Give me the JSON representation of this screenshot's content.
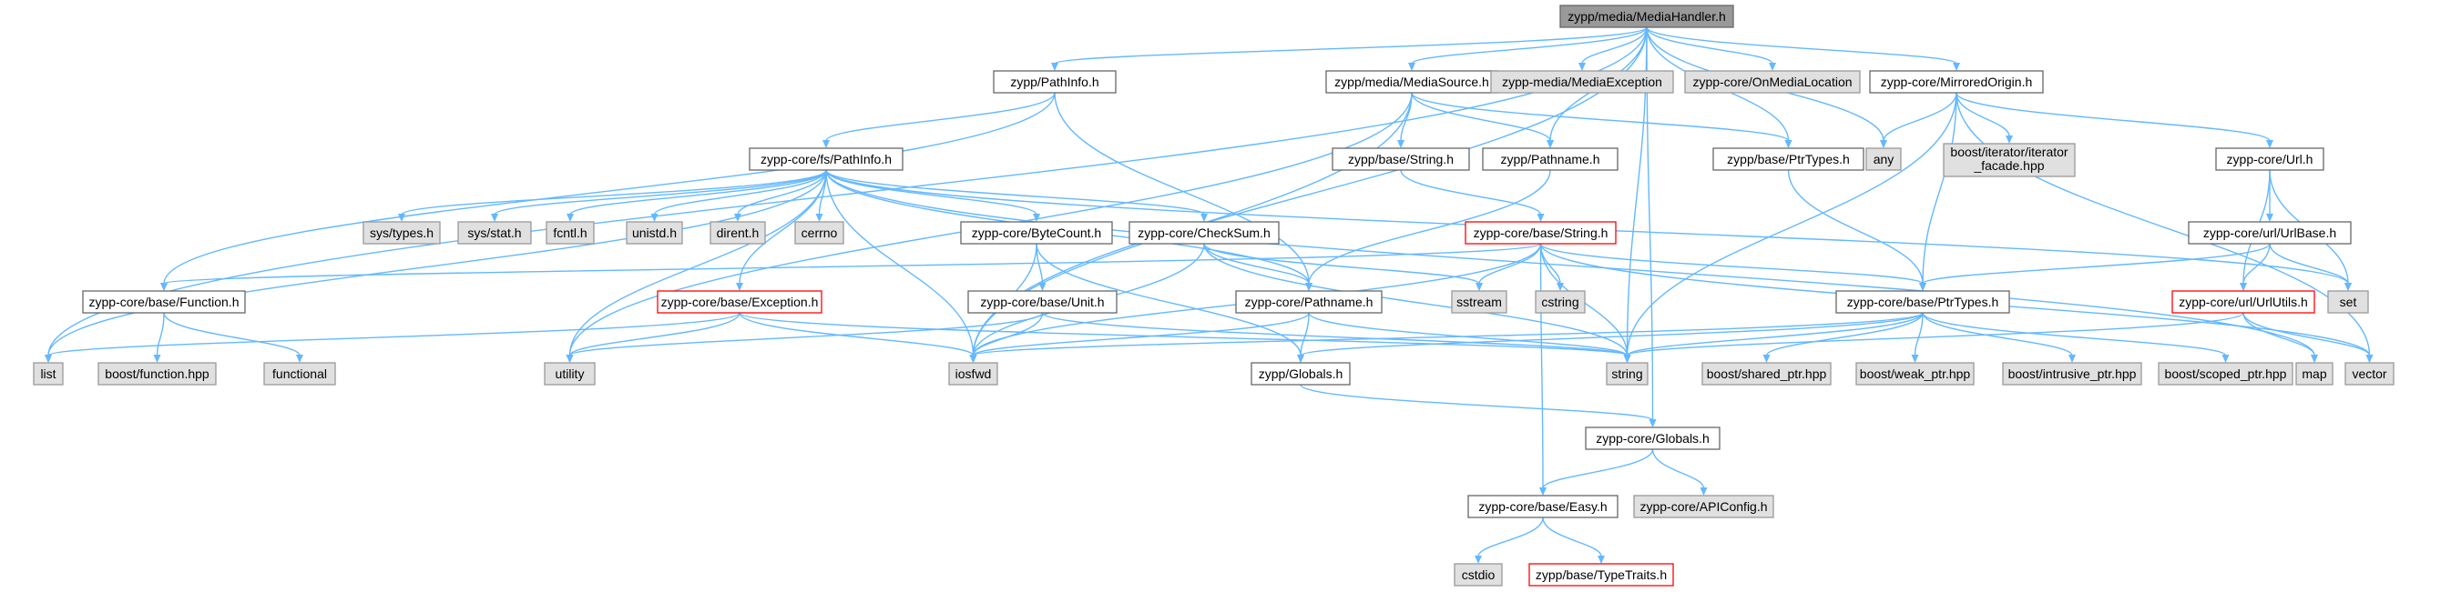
{
  "colors": {
    "edge": "#63b8ff",
    "root_fill": "#999999",
    "root_border": "#666666",
    "doc_fill": "#ffffff",
    "doc_border": "#666666",
    "ext_fill": "#e0e0e0",
    "ext_border": "#999999",
    "warn_border": "#ff0000"
  },
  "nodes": [
    {
      "id": "root",
      "label": "zypp/media/MediaHandler.h",
      "kind": "root"
    },
    {
      "id": "pathinfo_z",
      "label": "zypp/PathInfo.h",
      "kind": "doc"
    },
    {
      "id": "mediasource",
      "label": "zypp/media/MediaSource.h",
      "kind": "doc"
    },
    {
      "id": "mediaexception",
      "label": "zypp-media/MediaException",
      "kind": "ext"
    },
    {
      "id": "onmedialocation",
      "label": "zypp-core/OnMediaLocation",
      "kind": "ext"
    },
    {
      "id": "mirroredorigin",
      "label": "zypp-core/MirroredOrigin.h",
      "kind": "doc"
    },
    {
      "id": "fs_pathinfo",
      "label": "zypp-core/fs/PathInfo.h",
      "kind": "doc"
    },
    {
      "id": "zb_string",
      "label": "zypp/base/String.h",
      "kind": "doc"
    },
    {
      "id": "z_pathname",
      "label": "zypp/Pathname.h",
      "kind": "doc"
    },
    {
      "id": "zb_ptrtypes",
      "label": "zypp/base/PtrTypes.h",
      "kind": "doc"
    },
    {
      "id": "any",
      "label": "any",
      "kind": "ext"
    },
    {
      "id": "boost_iter",
      "label": "boost/iterator/iterator_facade.hpp",
      "kind": "ext"
    },
    {
      "id": "url_h",
      "label": "zypp-core/Url.h",
      "kind": "doc"
    },
    {
      "id": "systypes",
      "label": "sys/types.h",
      "kind": "ext"
    },
    {
      "id": "sysstat",
      "label": "sys/stat.h",
      "kind": "ext"
    },
    {
      "id": "fcntl",
      "label": "fcntl.h",
      "kind": "ext"
    },
    {
      "id": "unistd",
      "label": "unistd.h",
      "kind": "ext"
    },
    {
      "id": "dirent",
      "label": "dirent.h",
      "kind": "ext"
    },
    {
      "id": "cerrno",
      "label": "cerrno",
      "kind": "ext"
    },
    {
      "id": "bytecount",
      "label": "zypp-core/ByteCount.h",
      "kind": "doc"
    },
    {
      "id": "checksum",
      "label": "zypp-core/CheckSum.h",
      "kind": "doc"
    },
    {
      "id": "zcb_string",
      "label": "zypp-core/base/String.h",
      "kind": "warn"
    },
    {
      "id": "urlbase",
      "label": "zypp-core/url/UrlBase.h",
      "kind": "doc"
    },
    {
      "id": "function_h",
      "label": "zypp-core/base/Function.h",
      "kind": "doc"
    },
    {
      "id": "exception_h",
      "label": "zypp-core/base/Exception.h",
      "kind": "warn"
    },
    {
      "id": "unit_h",
      "label": "zypp-core/base/Unit.h",
      "kind": "doc"
    },
    {
      "id": "zc_pathname",
      "label": "zypp-core/Pathname.h",
      "kind": "doc"
    },
    {
      "id": "sstream",
      "label": "sstream",
      "kind": "ext"
    },
    {
      "id": "cstring",
      "label": "cstring",
      "kind": "ext"
    },
    {
      "id": "zcb_ptrtypes",
      "label": "zypp-core/base/PtrTypes.h",
      "kind": "doc"
    },
    {
      "id": "urlutils",
      "label": "zypp-core/url/UrlUtils.h",
      "kind": "warn"
    },
    {
      "id": "set",
      "label": "set",
      "kind": "ext"
    },
    {
      "id": "list",
      "label": "list",
      "kind": "ext"
    },
    {
      "id": "boost_function",
      "label": "boost/function.hpp",
      "kind": "ext"
    },
    {
      "id": "functional",
      "label": "functional",
      "kind": "ext"
    },
    {
      "id": "utility",
      "label": "utility",
      "kind": "ext"
    },
    {
      "id": "iosfwd",
      "label": "iosfwd",
      "kind": "ext"
    },
    {
      "id": "z_globals",
      "label": "zypp/Globals.h",
      "kind": "doc"
    },
    {
      "id": "string",
      "label": "string",
      "kind": "ext"
    },
    {
      "id": "shared_ptr",
      "label": "boost/shared_ptr.hpp",
      "kind": "ext"
    },
    {
      "id": "weak_ptr",
      "label": "boost/weak_ptr.hpp",
      "kind": "ext"
    },
    {
      "id": "intrusive_ptr",
      "label": "boost/intrusive_ptr.hpp",
      "kind": "ext"
    },
    {
      "id": "scoped_ptr",
      "label": "boost/scoped_ptr.hpp",
      "kind": "ext"
    },
    {
      "id": "map",
      "label": "map",
      "kind": "ext"
    },
    {
      "id": "vector",
      "label": "vector",
      "kind": "ext"
    },
    {
      "id": "zc_globals",
      "label": "zypp-core/Globals.h",
      "kind": "doc"
    },
    {
      "id": "easy_h",
      "label": "zypp-core/base/Easy.h",
      "kind": "doc"
    },
    {
      "id": "apiconfig",
      "label": "zypp-core/APIConfig.h",
      "kind": "ext"
    },
    {
      "id": "cstdio",
      "label": "cstdio",
      "kind": "ext"
    },
    {
      "id": "typetraits",
      "label": "zypp/base/TypeTraits.h",
      "kind": "warn"
    }
  ],
  "edges": [
    [
      "root",
      "pathinfo_z"
    ],
    [
      "root",
      "mediasource"
    ],
    [
      "root",
      "mediaexception"
    ],
    [
      "root",
      "onmedialocation"
    ],
    [
      "root",
      "mirroredorigin"
    ],
    [
      "root",
      "z_pathname"
    ],
    [
      "root",
      "zb_ptrtypes"
    ],
    [
      "root",
      "any"
    ],
    [
      "root",
      "list"
    ],
    [
      "root",
      "iosfwd"
    ],
    [
      "root",
      "string"
    ],
    [
      "root",
      "zc_globals"
    ],
    [
      "pathinfo_z",
      "fs_pathinfo"
    ],
    [
      "pathinfo_z",
      "function_h"
    ],
    [
      "pathinfo_z",
      "zc_pathname"
    ],
    [
      "mediasource",
      "zb_string"
    ],
    [
      "mediasource",
      "z_pathname"
    ],
    [
      "mediasource",
      "zb_ptrtypes"
    ],
    [
      "mediasource",
      "iosfwd"
    ],
    [
      "mediasource",
      "utility"
    ],
    [
      "mirroredorigin",
      "any"
    ],
    [
      "mirroredorigin",
      "boost_iter"
    ],
    [
      "mirroredorigin",
      "url_h"
    ],
    [
      "mirroredorigin",
      "string"
    ],
    [
      "mirroredorigin",
      "vector"
    ],
    [
      "mirroredorigin",
      "zcb_ptrtypes"
    ],
    [
      "fs_pathinfo",
      "systypes"
    ],
    [
      "fs_pathinfo",
      "sysstat"
    ],
    [
      "fs_pathinfo",
      "fcntl"
    ],
    [
      "fs_pathinfo",
      "unistd"
    ],
    [
      "fs_pathinfo",
      "dirent"
    ],
    [
      "fs_pathinfo",
      "cerrno"
    ],
    [
      "fs_pathinfo",
      "bytecount"
    ],
    [
      "fs_pathinfo",
      "checksum"
    ],
    [
      "fs_pathinfo",
      "zc_pathname"
    ],
    [
      "fs_pathinfo",
      "set"
    ],
    [
      "fs_pathinfo",
      "list"
    ],
    [
      "fs_pathinfo",
      "utility"
    ],
    [
      "fs_pathinfo",
      "iosfwd"
    ],
    [
      "fs_pathinfo",
      "map"
    ],
    [
      "fs_pathinfo",
      "exception_h"
    ],
    [
      "zb_string",
      "zcb_string"
    ],
    [
      "z_pathname",
      "zc_pathname"
    ],
    [
      "zb_ptrtypes",
      "zcb_ptrtypes"
    ],
    [
      "url_h",
      "urlbase"
    ],
    [
      "url_h",
      "urlutils"
    ],
    [
      "url_h",
      "set"
    ],
    [
      "bytecount",
      "unit_h"
    ],
    [
      "bytecount",
      "iosfwd"
    ],
    [
      "bytecount",
      "z_globals"
    ],
    [
      "checksum",
      "zc_pathname"
    ],
    [
      "checksum",
      "sstream"
    ],
    [
      "checksum",
      "string"
    ],
    [
      "checksum",
      "iosfwd"
    ],
    [
      "zcb_string",
      "function_h"
    ],
    [
      "zcb_string",
      "sstream"
    ],
    [
      "zcb_string",
      "cstring"
    ],
    [
      "zcb_string",
      "string"
    ],
    [
      "zcb_string",
      "iosfwd"
    ],
    [
      "zcb_string",
      "vector"
    ],
    [
      "zcb_string",
      "zcb_ptrtypes"
    ],
    [
      "zcb_string",
      "easy_h"
    ],
    [
      "urlbase",
      "zcb_ptrtypes"
    ],
    [
      "urlbase",
      "urlutils"
    ],
    [
      "urlbase",
      "set"
    ],
    [
      "function_h",
      "boost_function"
    ],
    [
      "function_h",
      "functional"
    ],
    [
      "exception_h",
      "list"
    ],
    [
      "exception_h",
      "iosfwd"
    ],
    [
      "exception_h",
      "utility"
    ],
    [
      "exception_h",
      "string"
    ],
    [
      "unit_h",
      "iosfwd"
    ],
    [
      "unit_h",
      "string"
    ],
    [
      "unit_h",
      "utility"
    ],
    [
      "zc_pathname",
      "z_globals"
    ],
    [
      "zc_pathname",
      "string"
    ],
    [
      "zc_pathname",
      "iosfwd"
    ],
    [
      "zcb_ptrtypes",
      "iosfwd"
    ],
    [
      "zcb_ptrtypes",
      "string"
    ],
    [
      "zcb_ptrtypes",
      "shared_ptr"
    ],
    [
      "zcb_ptrtypes",
      "weak_ptr"
    ],
    [
      "zcb_ptrtypes",
      "intrusive_ptr"
    ],
    [
      "zcb_ptrtypes",
      "scoped_ptr"
    ],
    [
      "zcb_ptrtypes",
      "z_globals"
    ],
    [
      "urlutils",
      "map"
    ],
    [
      "urlutils",
      "vector"
    ],
    [
      "urlutils",
      "string"
    ],
    [
      "z_globals",
      "zc_globals"
    ],
    [
      "zc_globals",
      "easy_h"
    ],
    [
      "zc_globals",
      "apiconfig"
    ],
    [
      "easy_h",
      "cstdio"
    ],
    [
      "easy_h",
      "typetraits"
    ]
  ]
}
